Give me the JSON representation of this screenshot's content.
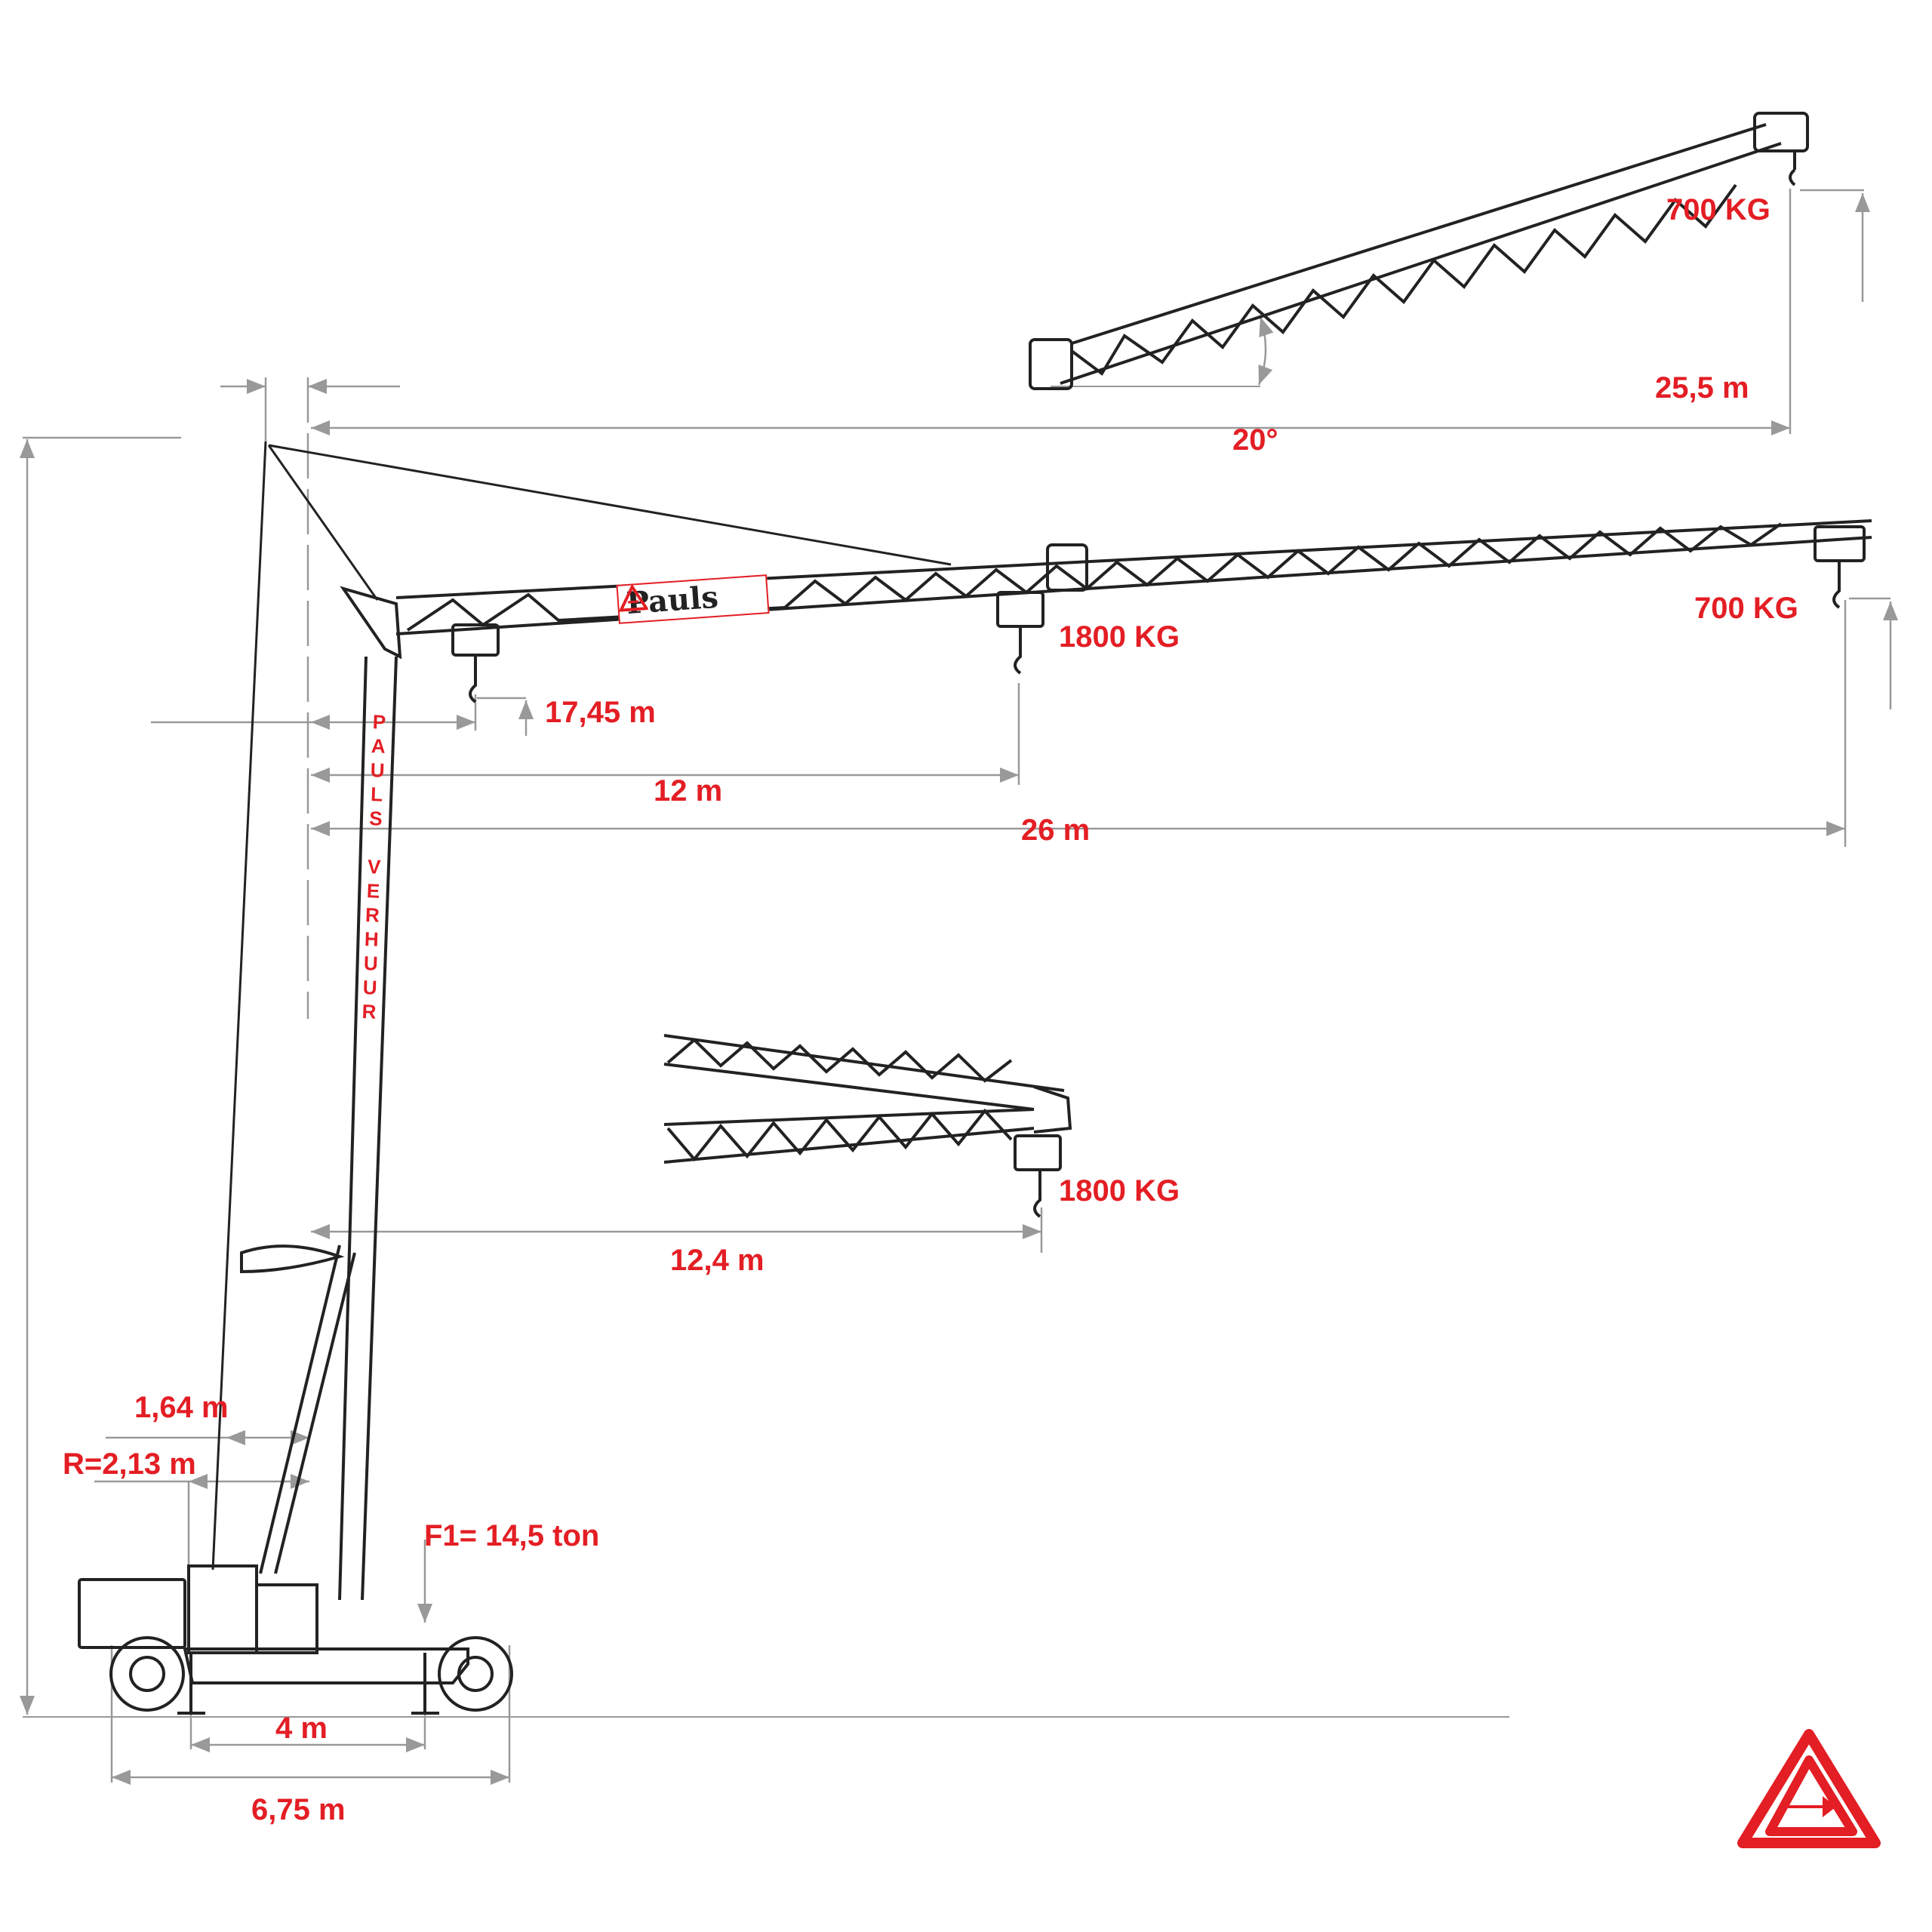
{
  "title": "Pauls mobile self-erecting tower crane dimension diagram",
  "colors": {
    "accent": "#E31E24",
    "line": "#222222",
    "dimension": "#999999"
  },
  "brand": {
    "name": "Pauls",
    "mast_text": [
      "P",
      "A",
      "U",
      "L",
      "S",
      " ",
      "V",
      "E",
      "R",
      "H",
      "U",
      "U",
      "R"
    ],
    "logo_icon": "pauls-triangle-logo"
  },
  "raised_jib": {
    "capacity": "700 KG",
    "height": "25,5 m",
    "angle": "20°"
  },
  "horizontal_jib": {
    "tip_capacity": "700 KG",
    "mid_capacity": "1800 KG",
    "hook_height": "17,45 m",
    "mid_radius": "12 m",
    "max_radius": "26 m"
  },
  "folded_jib": {
    "capacity": "1800 KG",
    "radius": "12,4 m"
  },
  "base": {
    "tail_radius_1": "1,64 m",
    "tail_radius_2": "R=2,13 m",
    "outrigger_load": "F1= 14,5 ton",
    "outrigger_span": "4 m",
    "overall_length": "6,75 m"
  }
}
